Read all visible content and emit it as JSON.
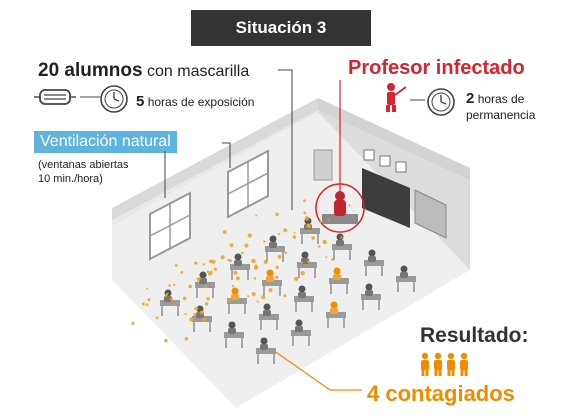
{
  "title": "Situación 3",
  "students": {
    "count_text": "20 alumnos",
    "mask_text": "con mascarilla",
    "exposure_hours": "5",
    "exposure_text": "horas de exposición"
  },
  "teacher": {
    "title": "Profesor infectado",
    "hours": "2",
    "stay_line1": "horas de",
    "stay_line2": "permanencia"
  },
  "ventilation": {
    "label": "Ventilación natural",
    "note_line1": "(ventanas abiertas",
    "note_line2": "10 min./hora)"
  },
  "result": {
    "label": "Resultado:",
    "infected_text": "4 contagiados",
    "infected_count": 4
  },
  "colors": {
    "accent_red": "#d9232e",
    "accent_orange": "#f08c00",
    "ventilation_blue": "#5fb3dd",
    "banner": "#333333"
  }
}
